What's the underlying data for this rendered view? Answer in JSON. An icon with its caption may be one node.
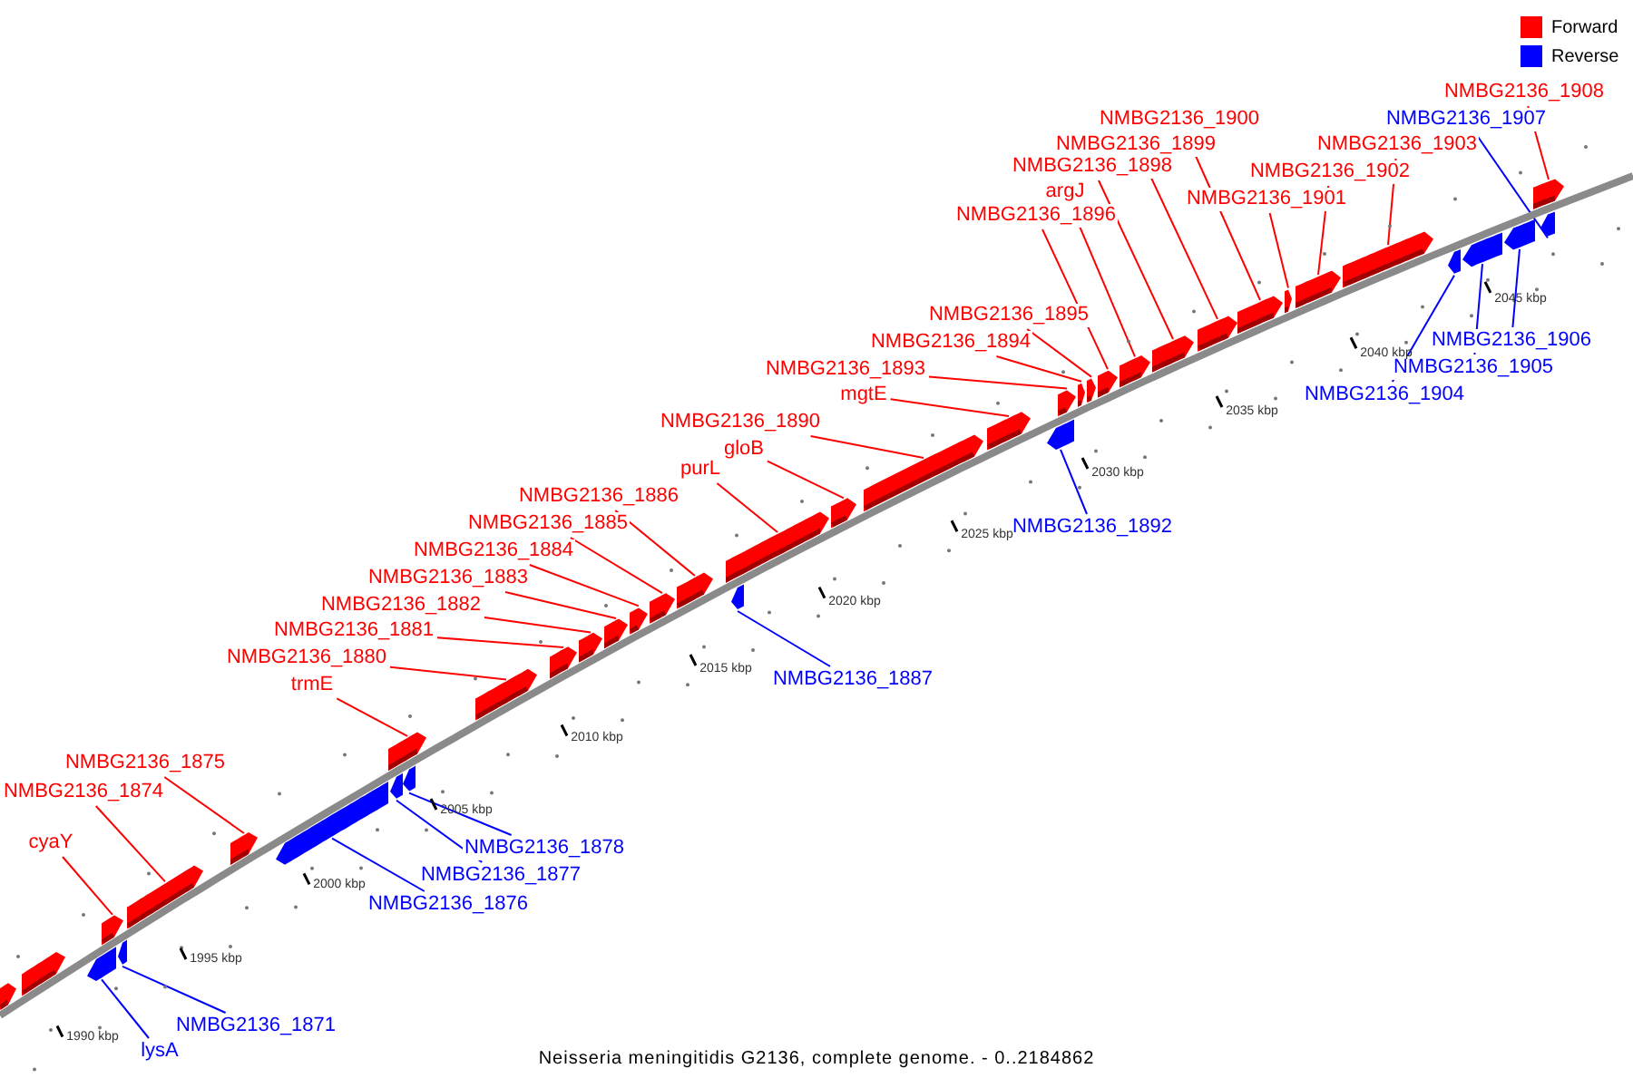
{
  "diagram": {
    "caption": "Neisseria meningitidis G2136, complete genome. - 0..2184862",
    "nodes": [
      {
        "text": [
          "NMBG2136_1908"
        ]
      },
      {
        "text": [
          "NMBG2136_1900"
        ]
      },
      {
        "text": [
          "NMBG2136_1907"
        ]
      },
      {
        "text": [
          "NMBG2136_1899"
        ]
      },
      {
        "text": [
          "NMBG2136_1903"
        ]
      },
      {
        "text": [
          "NMBG2136_1898"
        ]
      },
      {
        "text": [
          "NMBG2136_1902"
        ]
      },
      {
        "text": [
          "argJ"
        ]
      },
      {
        "text": [
          "NMBG2136_1901"
        ]
      },
      {
        "text": [
          "NMBG2136_1896"
        ]
      },
      {
        "text": [
          "NMBG2136_1895"
        ]
      },
      {
        "text": [
          "NMBG2136_1906"
        ]
      },
      {
        "text": [
          "NMBG2136_1894"
        ]
      },
      {
        "text": [
          "NMBG2136_1905"
        ]
      },
      {
        "text": [
          "NMBG2136_1893"
        ]
      },
      {
        "text": [
          "NMBG2136_1904"
        ]
      },
      {
        "text": [
          "mgtE"
        ]
      },
      {
        "text": [
          "NMBG2136_1890"
        ]
      },
      {
        "text": [
          "gloB"
        ]
      },
      {
        "text": [
          "purL"
        ]
      },
      {
        "text": [
          "NMBG2136_1886"
        ]
      },
      {
        "text": [
          "NMBG2136_1885"
        ]
      },
      {
        "text": [
          "NMBG2136_1892"
        ]
      },
      {
        "text": [
          "NMBG2136_1884"
        ]
      },
      {
        "text": [
          "NMBG2136_1883"
        ]
      },
      {
        "text": [
          "NMBG2136_1882"
        ]
      },
      {
        "text": [
          "NMBG2136_1881"
        ]
      },
      {
        "text": [
          "NMBG2136_1880"
        ]
      },
      {
        "text": [
          "NMBG2136_1887"
        ]
      },
      {
        "text": [
          "trmE"
        ]
      },
      {
        "text": [
          "NMBG2136_1875"
        ]
      },
      {
        "text": [
          "NMBG2136_1874"
        ]
      },
      {
        "text": [
          "cyaY"
        ]
      },
      {
        "text": [
          "NMBG2136_1878"
        ]
      },
      {
        "text": [
          "NMBG2136_1877"
        ]
      },
      {
        "text": [
          "NMBG2136_1876"
        ]
      },
      {
        "text": [
          "NMBG2136_1871"
        ]
      },
      {
        "text": [
          "lysA"
        ]
      },
      {
        "text": [],
        "shape": "bar"
      },
      {
        "text": [],
        "shape": "bar"
      },
      {
        "text": [],
        "shape": "bar"
      },
      {
        "text": [],
        "shape": "bar"
      },
      {
        "text": [],
        "shape": "bar"
      },
      {
        "text": [],
        "shape": "bar"
      },
      {
        "text": [],
        "shape": "bar"
      },
      {
        "text": [],
        "shape": "bar"
      },
      {
        "text": [],
        "shape": "bar"
      },
      {
        "text": [],
        "shape": "bar"
      },
      {
        "text": [],
        "shape": "bar"
      },
      {
        "text": [],
        "shape": "bar"
      },
      {
        "text": [],
        "shape": "bar"
      },
      {
        "text": [],
        "shape": "bar"
      },
      {
        "text": [],
        "shape": "bar"
      },
      {
        "text": [],
        "shape": "bar"
      },
      {
        "text": [],
        "shape": "bar"
      },
      {
        "text": [],
        "shape": "bar"
      },
      {
        "text": [],
        "shape": "bar"
      },
      {
        "text": [],
        "shape": "bar"
      },
      {
        "text": [],
        "shape": "bar"
      },
      {
        "text": [],
        "shape": "bar"
      },
      {
        "text": [],
        "shape": "bar"
      },
      {
        "text": [],
        "shape": "bar"
      },
      {
        "text": [],
        "shape": "bar"
      },
      {
        "text": [],
        "shape": "bar"
      },
      {
        "text": [],
        "shape": "bar"
      },
      {
        "text": [],
        "shape": "bar"
      },
      {
        "text": [],
        "shape": "bar"
      },
      {
        "text": [],
        "shape": "bar"
      },
      {
        "text": [],
        "shape": "bar"
      },
      {
        "text": [],
        "shape": "bar"
      },
      {
        "text": [],
        "shape": "bar"
      },
      {
        "text": [],
        "shape": "bar"
      },
      {
        "text": [],
        "shape": "bar"
      },
      {
        "text": [],
        "shape": "bar"
      },
      {
        "text": [],
        "shape": "bar"
      },
      {
        "text": [],
        "shape": "bar"
      },
      {
        "text": [],
        "shape": "bar"
      },
      {
        "text": [],
        "shape": "bar"
      }
    ],
    "edges": [
      {
        "from": 0,
        "to": 76,
        "arrow": "none"
      },
      {
        "from": 1,
        "to": 69,
        "arrow": "none"
      },
      {
        "from": 2,
        "to": 77,
        "arrow": "none",
        "color": "#0000ff"
      },
      {
        "from": 3,
        "to": 68,
        "arrow": "none"
      },
      {
        "from": 4,
        "to": 72,
        "arrow": "none"
      },
      {
        "from": 5,
        "to": 67,
        "arrow": "none"
      },
      {
        "from": 6,
        "to": 71,
        "arrow": "none"
      },
      {
        "from": 7,
        "to": 66,
        "arrow": "none"
      },
      {
        "from": 8,
        "to": 70,
        "arrow": "none"
      },
      {
        "from": 9,
        "to": 65,
        "arrow": "none"
      },
      {
        "from": 10,
        "to": 64,
        "arrow": "none"
      },
      {
        "from": 11,
        "to": 75,
        "arrow": "none",
        "color": "#0000ff"
      },
      {
        "from": 12,
        "to": 63,
        "arrow": "none"
      },
      {
        "from": 13,
        "to": 74,
        "arrow": "none",
        "color": "#0000ff"
      },
      {
        "from": 14,
        "to": 62,
        "arrow": "none"
      },
      {
        "from": 15,
        "to": 73,
        "arrow": "none",
        "color": "#0000ff"
      },
      {
        "from": 16,
        "to": 60,
        "arrow": "none"
      },
      {
        "from": 17,
        "to": 59,
        "arrow": "none"
      },
      {
        "from": 18,
        "to": 58,
        "arrow": "none"
      },
      {
        "from": 19,
        "to": 56,
        "arrow": "none"
      },
      {
        "from": 20,
        "to": 55,
        "arrow": "none"
      },
      {
        "from": 21,
        "to": 54,
        "arrow": "none"
      },
      {
        "from": 22,
        "to": 61,
        "arrow": "none",
        "color": "#0000ff"
      },
      {
        "from": 23,
        "to": 53,
        "arrow": "none"
      },
      {
        "from": 24,
        "to": 52,
        "arrow": "none"
      },
      {
        "from": 25,
        "to": 51,
        "arrow": "none"
      },
      {
        "from": 26,
        "to": 50,
        "arrow": "none"
      },
      {
        "from": 27,
        "to": 49,
        "arrow": "none"
      },
      {
        "from": 28,
        "to": 57,
        "arrow": "none",
        "color": "#0000ff"
      },
      {
        "from": 29,
        "to": 46,
        "arrow": "none"
      },
      {
        "from": 30,
        "to": 44,
        "arrow": "none"
      },
      {
        "from": 31,
        "to": 43,
        "arrow": "none"
      },
      {
        "from": 32,
        "to": 41,
        "arrow": "none"
      },
      {
        "from": 33,
        "to": 48,
        "arrow": "none",
        "color": "#0000ff"
      },
      {
        "from": 34,
        "to": 47,
        "arrow": "none",
        "color": "#0000ff"
      },
      {
        "from": 35,
        "to": 45,
        "arrow": "none",
        "color": "#0000ff"
      },
      {
        "from": 36,
        "to": 42,
        "arrow": "none",
        "color": "#0000ff"
      },
      {
        "from": 37,
        "to": 40,
        "arrow": "none",
        "color": "#0000ff"
      }
    ],
    "labels": [
      "2045 kbp",
      "2040 kbp",
      "2035 kbp",
      "2030 kbp",
      "2025 kbp",
      "2020 kbp",
      "2015 kbp",
      "2010 kbp",
      "2005 kbp",
      "2000 kbp",
      "1995 kbp",
      "1990 kbp"
    ],
    "legend": [
      {
        "text": "Forward",
        "color": "#ff0000"
      },
      {
        "text": "Reverse",
        "color": "#0000ff"
      }
    ]
  }
}
